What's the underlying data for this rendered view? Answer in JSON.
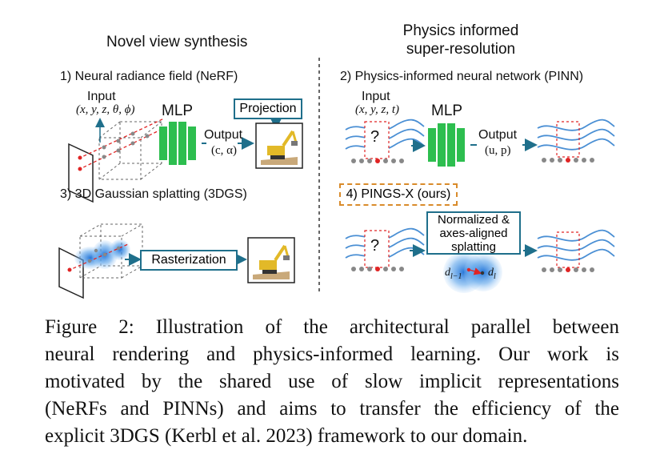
{
  "left_panel": {
    "heading": "Novel view synthesis",
    "nerf_title": "1) Neural radiance field (NeRF)",
    "nerf_input_label": "Input",
    "nerf_input_vars": "(x, y, z, θ, ϕ)",
    "mlp_label": "MLP",
    "nerf_output_label": "Output",
    "nerf_output_vars": "(c, α)",
    "projection_label": "Projection",
    "gs_title": "3) 3D Gaussian splatting (3DGS)",
    "rasterization_label": "Rasterization"
  },
  "right_panel": {
    "heading_line1": "Physics informed",
    "heading_line2": "super-resolution",
    "pinn_title": "2) Physics-informed neural network (PINN)",
    "pinn_input_label": "Input",
    "pinn_input_vars": "(x, y, z, t)",
    "mlp_label": "MLP",
    "pinn_output_label": "Output",
    "pinn_output_vars": "(u, p)",
    "question_mark": "?",
    "pings_title": "4) PINGS-X (ours)",
    "splat_line1": "Normalized &",
    "splat_line2": "axes-aligned",
    "splat_line3": "splatting",
    "d_prev": "d",
    "d_prev_sub": "l−1",
    "d_cur": "d",
    "d_cur_sub": "l"
  },
  "caption": {
    "line1": "Figure 2: Illustration of the architectural parallel between",
    "line2": "neural rendering and physics-informed learning. Our work is",
    "line3": "motivated by the shared use of slow implicit representations",
    "line4": "(NeRFs and PINNs) and aims to transfer the efficiency of the",
    "line5": "explicit 3DGS (Kerbl et al. 2023) framework to our domain."
  },
  "colors": {
    "teal": "#1f6f8b",
    "green": "#2dbe4f",
    "orange": "#d98b2b",
    "red": "#e02424",
    "wave": "#4a8fd4",
    "gaussian": "#3d8fe0"
  }
}
